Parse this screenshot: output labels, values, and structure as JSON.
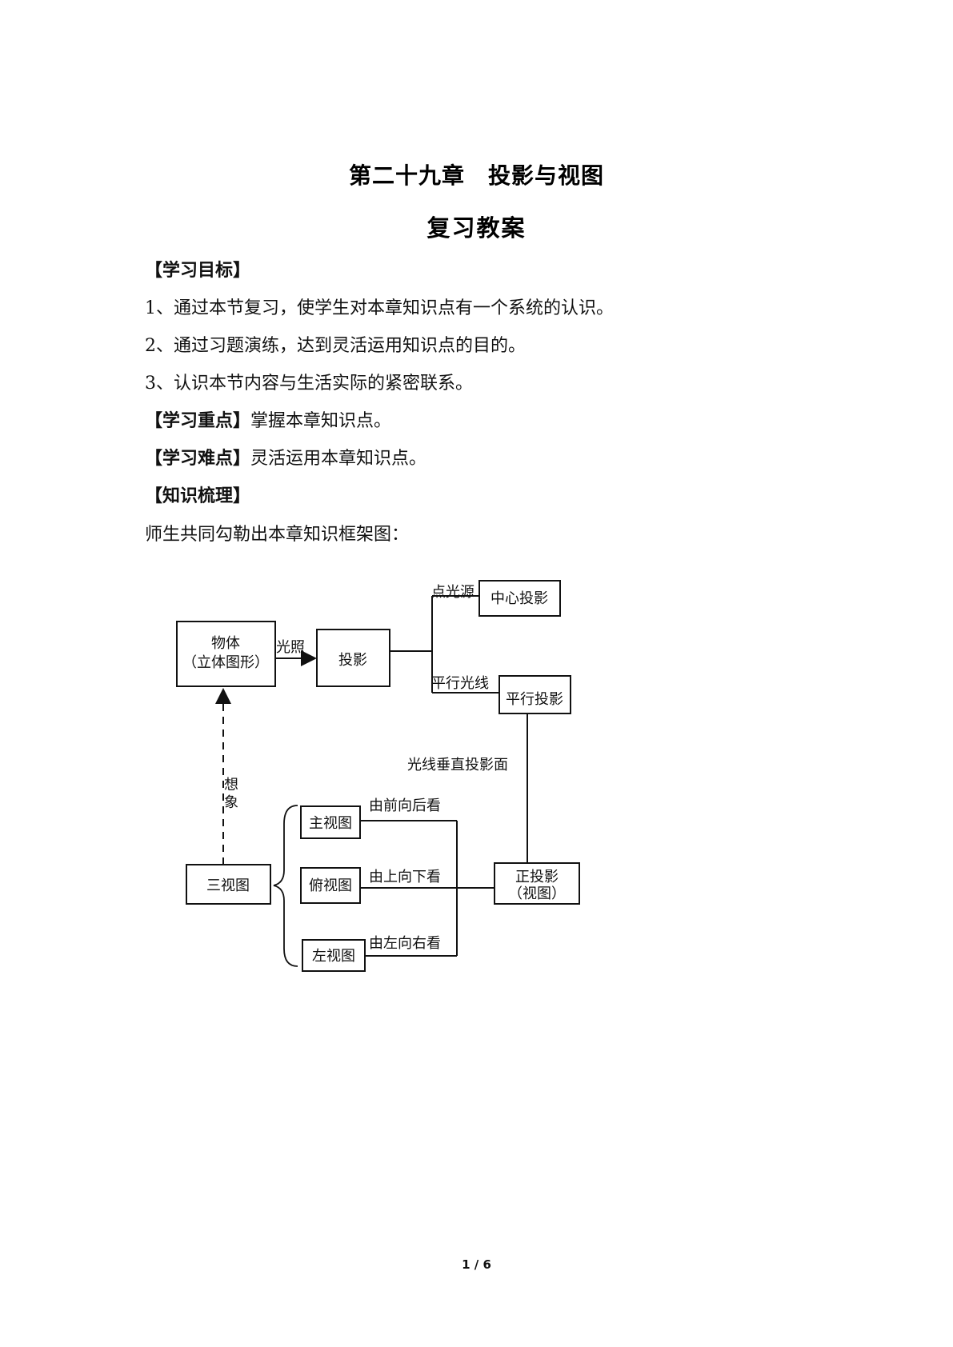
{
  "doc": {
    "title": "第二十九章　投影与视图",
    "subtitle": "复习教案",
    "objectives_heading": "【学习目标】",
    "objectives": [
      "1、通过本节复习，使学生对本章知识点有一个系统的认识。",
      "2、通过习题演练，达到灵活运用知识点的目的。",
      "3、认识本节内容与生活实际的紧密联系。"
    ],
    "key_heading": "【学习重点】",
    "key_text": "掌握本章知识点。",
    "difficulty_heading": "【学习难点】",
    "difficulty_text": "灵活运用本章知识点。",
    "knowledge_heading": "【知识梳理】",
    "intro_text": "师生共同勾勒出本章知识框架图：",
    "page_number": "1 / 6"
  },
  "diagram": {
    "object_line1": "物体",
    "object_line2": "（立体图形）",
    "light_label": "光照",
    "projection": "投影",
    "point_light": "点光源",
    "central_projection": "中心投影",
    "parallel_light": "平行光线",
    "parallel_projection": "平行投影",
    "perpendicular_label": "光线垂直投影面",
    "imagine_1": "想",
    "imagine_2": "象",
    "three_views": "三视图",
    "front_view": "主视图",
    "top_view": "俯视图",
    "left_view": "左视图",
    "front_dir": "由前向后看",
    "top_dir": "由上向下看",
    "left_dir": "由左向右看",
    "ortho_line1": "正投影",
    "ortho_line2": "（视图）"
  }
}
